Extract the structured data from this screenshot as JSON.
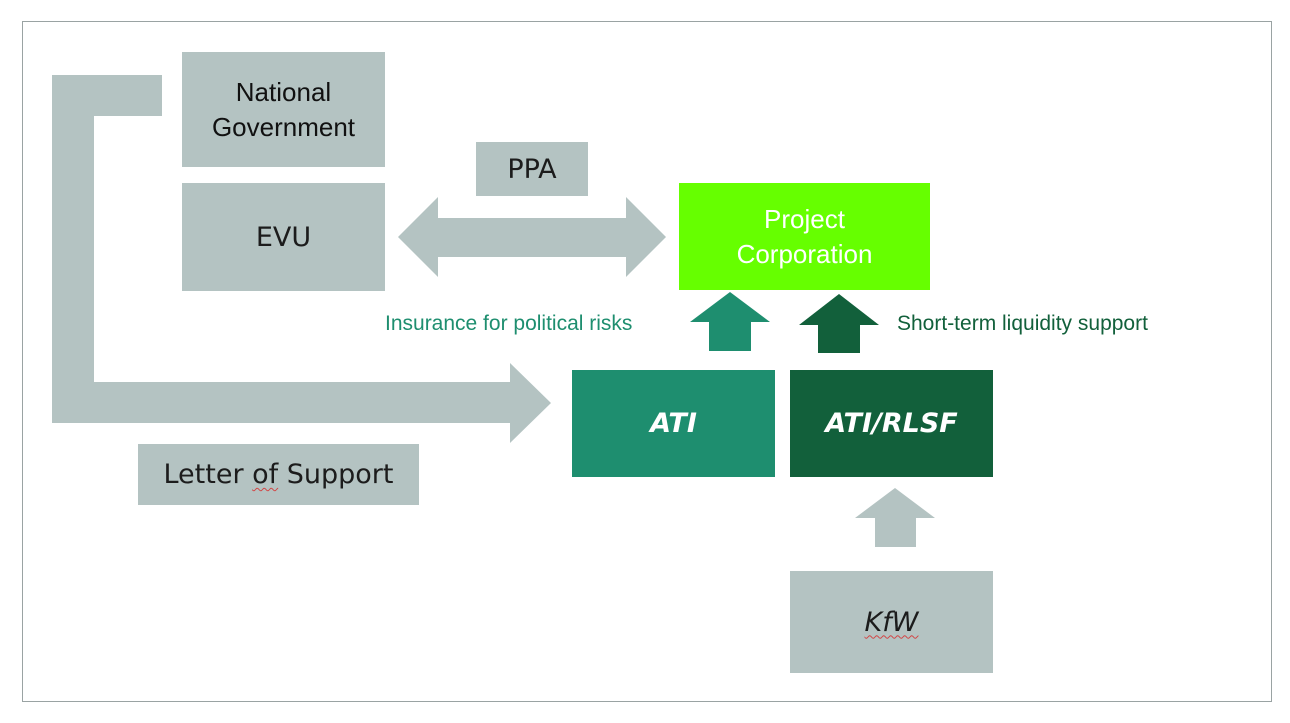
{
  "nodes": {
    "national_government": {
      "line1": "National",
      "line2": "Government"
    },
    "evu": "EVU",
    "ppa": "PPA",
    "project_corporation": {
      "line1": "Project",
      "line2": "Corporation"
    },
    "ati": "ATI",
    "ati_rlsf": "ATI/RLSF",
    "letter_of_support": {
      "before": "Letter ",
      "word": "of",
      "after": " Support"
    },
    "kfw": "KfW"
  },
  "captions": {
    "insurance": "Insurance for political risks",
    "liquidity": "Short-term liquidity support"
  },
  "colors": {
    "grey_box": "#b4c3c2",
    "project_green": "#66ff00",
    "ati_teal": "#1e8e6f",
    "ati_rlsf_dark_green": "#12603b",
    "frame": "#9aa3a3"
  }
}
